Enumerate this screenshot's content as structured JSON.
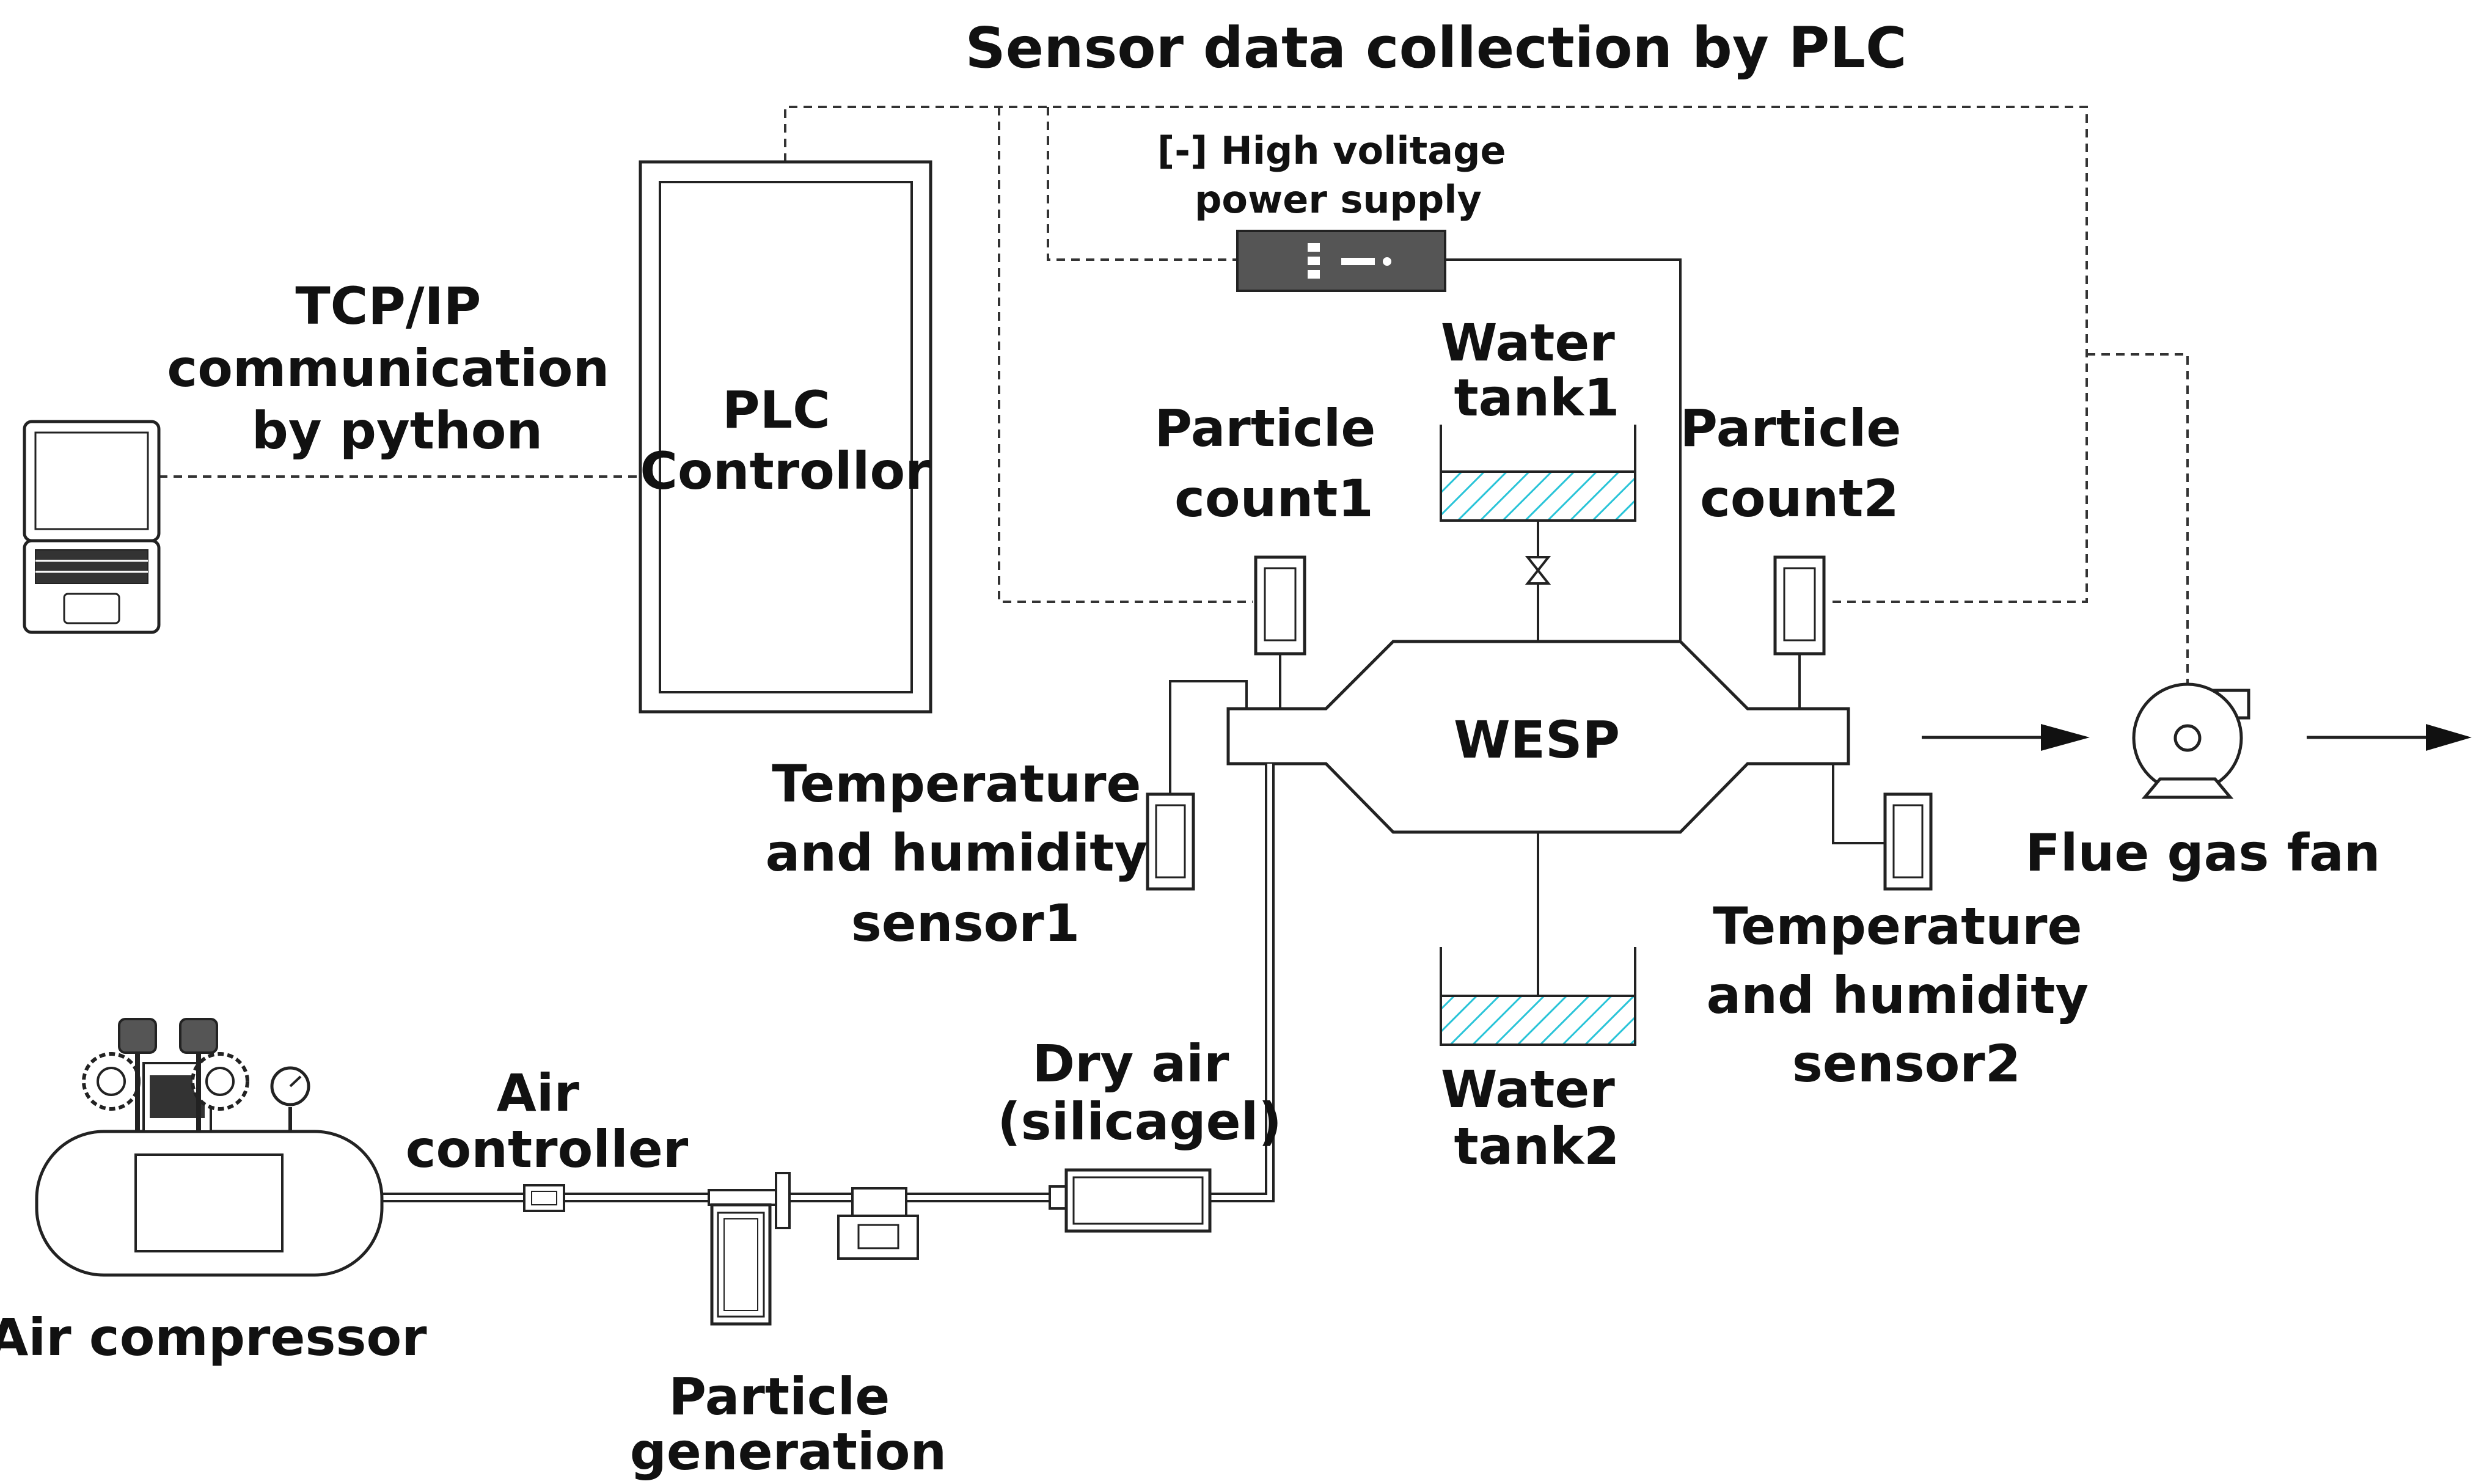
{
  "title": "Sensor data collection by PLC",
  "labels": {
    "tcp_ip": [
      "TCP/IP",
      "communication",
      "by python"
    ],
    "plc": [
      "PLC",
      "Controllor"
    ],
    "hv_supply": [
      "[-] High volitage",
      "power supply"
    ],
    "water_tank1": [
      "Water",
      "tank1"
    ],
    "water_tank2": [
      "Water",
      "tank2"
    ],
    "particle_count1": [
      "Particle",
      "count1"
    ],
    "particle_count2": [
      "Particle",
      "count2"
    ],
    "wesp": "WESP",
    "th_sensor1": [
      "Temperature",
      "and humidity",
      "sensor1"
    ],
    "th_sensor2": [
      "Temperature",
      "and humidity",
      "sensor2"
    ],
    "flue_gas_fan": "Flue gas fan",
    "dry_air": [
      "Dry air",
      "(silicagel)"
    ],
    "air_controller": [
      "Air",
      "controller"
    ],
    "air_compressor": "Air compressor",
    "particle_generation": [
      "Particle",
      "generation"
    ]
  },
  "colors": {
    "water": "#29c4d8",
    "hv_body": "#555555",
    "line": "#222222"
  }
}
